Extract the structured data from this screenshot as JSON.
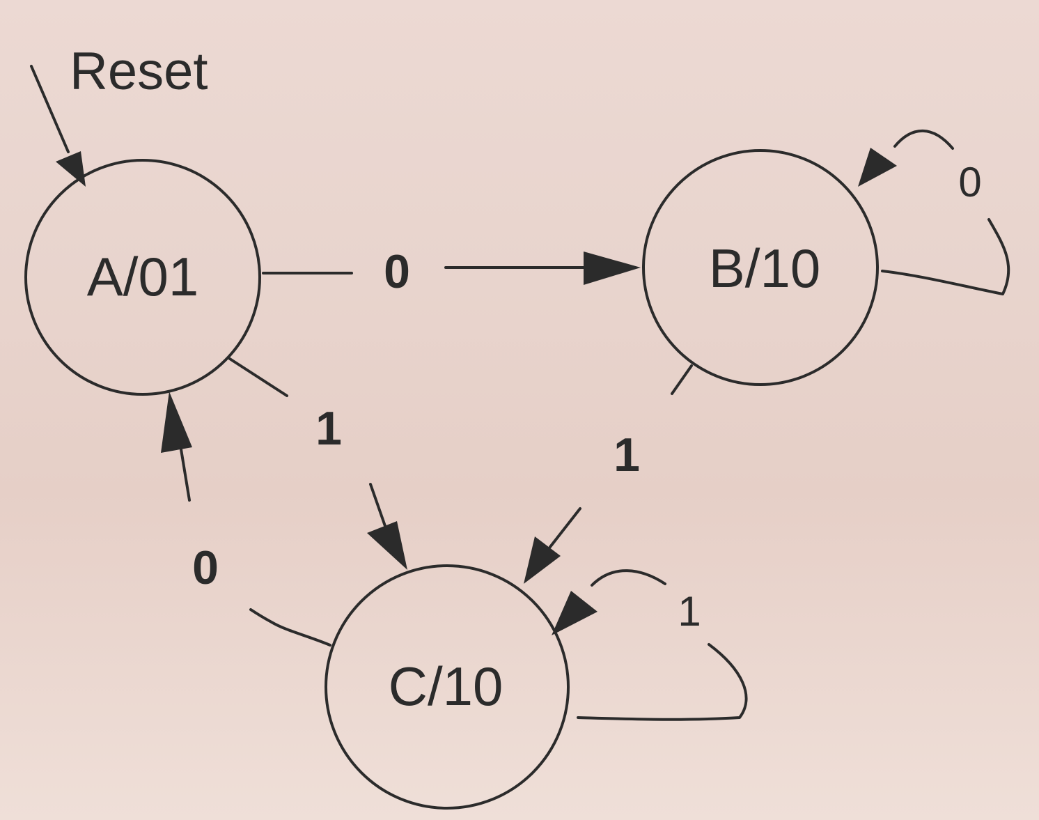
{
  "diagram": {
    "reset_label": "Reset",
    "states": {
      "a": {
        "label": "A/01"
      },
      "b": {
        "label": "B/10"
      },
      "c": {
        "label": "C/10"
      }
    },
    "transitions": {
      "a_to_b": "0",
      "a_to_c": "1",
      "b_to_c": "1",
      "b_self": "0",
      "c_self": "1",
      "c_to_a": "0"
    }
  }
}
